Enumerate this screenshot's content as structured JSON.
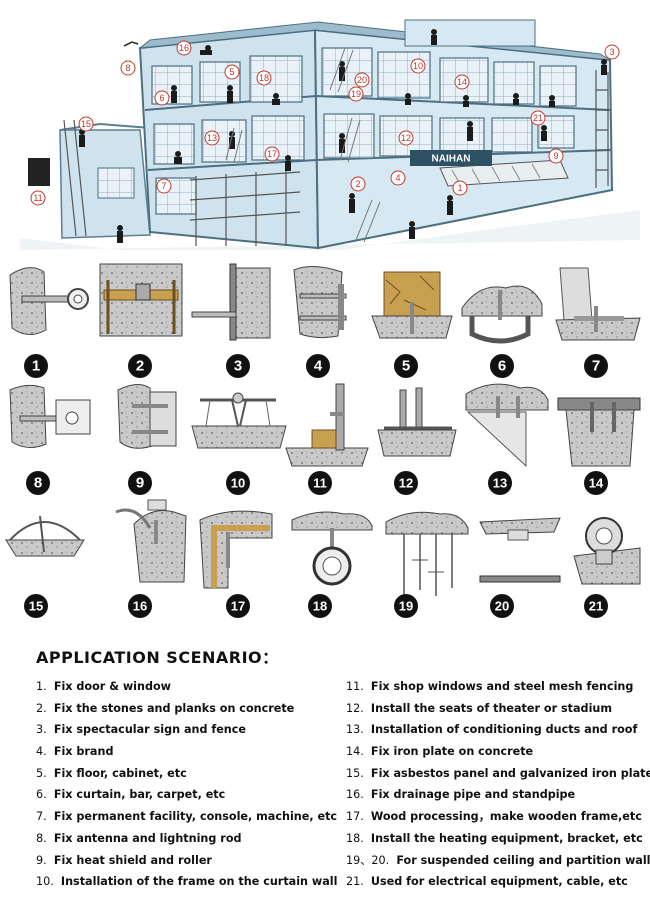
{
  "section_title": "APPLICATION SCENARIO：",
  "badges": [
    "1",
    "2",
    "3",
    "4",
    "5",
    "6",
    "7",
    "8",
    "9",
    "10",
    "11",
    "12",
    "13",
    "14",
    "15",
    "16",
    "17",
    "18",
    "19",
    "20",
    "21"
  ],
  "building_markers": [
    "1",
    "2",
    "3",
    "4",
    "5",
    "6",
    "7",
    "8",
    "9",
    "10",
    "11",
    "12",
    "13",
    "14",
    "15",
    "16",
    "17",
    "18",
    "19",
    "20",
    "21"
  ],
  "storefront_sign": "NAIHAN",
  "scenarios_left": [
    {
      "num": "1.",
      "text": "Fix door & window"
    },
    {
      "num": "2.",
      "text": "Fix the stones and planks on concrete"
    },
    {
      "num": "3.",
      "text": "Fix spectacular sign and fence"
    },
    {
      "num": "4.",
      "text": "Fix brand"
    },
    {
      "num": "5.",
      "text": "Fix floor, cabinet, etc"
    },
    {
      "num": "6.",
      "text": "Fix curtain, bar, carpet, etc"
    },
    {
      "num": "7.",
      "text": "Fix permanent facility, console, machine, etc"
    },
    {
      "num": "8.",
      "text": "Fix antenna and lightning rod"
    },
    {
      "num": "9.",
      "text": "Fix heat shield and roller"
    },
    {
      "num": "10.",
      "text": "Installation of the frame on the curtain wall"
    }
  ],
  "scenarios_right": [
    {
      "num": "11.",
      "text": "Fix shop windows and steel mesh fencing"
    },
    {
      "num": "12.",
      "text": "Install the seats of  theater or stadium"
    },
    {
      "num": "13.",
      "text": "Installation of conditioning ducts and roof"
    },
    {
      "num": "14.",
      "text": "Fix  iron plate on concrete"
    },
    {
      "num": "15.",
      "text": "Fix asbestos panel and galvanized iron plate"
    },
    {
      "num": "16.",
      "text": "Fix drainage pipe and standpipe"
    },
    {
      "num": "17.",
      "text": "Wood processing，make wooden frame,etc"
    },
    {
      "num": "18.",
      "text": "Install the heating equipment, bracket, etc"
    },
    {
      "num": "19、20.",
      "text": "For suspended ceiling and partition wall"
    },
    {
      "num": "21.",
      "text": "Used for electrical equipment, cable, etc"
    }
  ],
  "colors": {
    "wall": "#cfe3ee",
    "roof": "#9cbccd",
    "concrete": "#c4c4c4",
    "badge": "#111111",
    "marker": "#c0392b"
  }
}
